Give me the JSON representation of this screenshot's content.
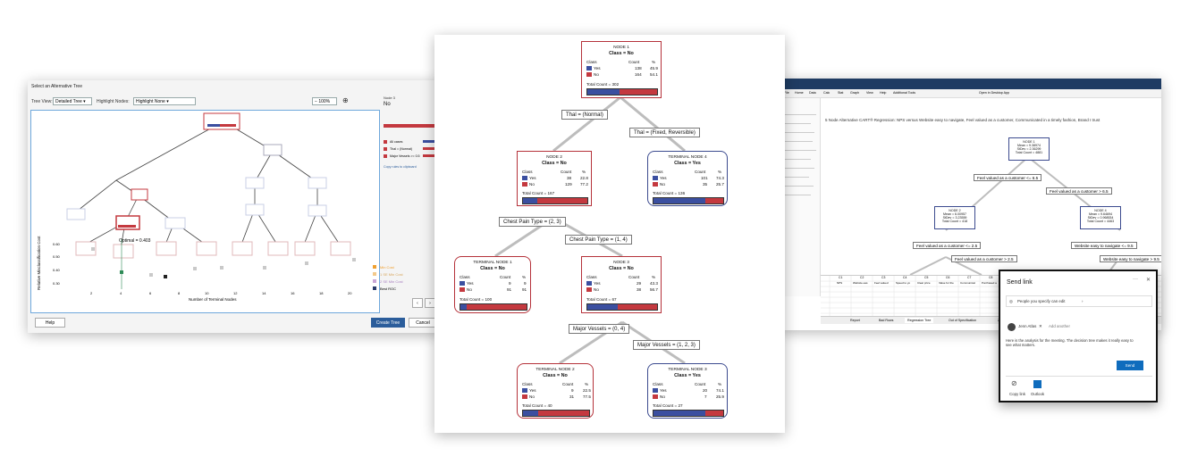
{
  "left_window": {
    "title": "Select an Alternative Tree",
    "tree_view_label": "Tree View:",
    "tree_view_value": "Detailed Tree",
    "highlight_label": "Highlight Nodes:",
    "highlight_value": "Highlight None",
    "zoom": "100%",
    "side_panel": {
      "header": "Node 3",
      "class_value": "No",
      "legend": [
        "All cases",
        "Thal = (Normal)",
        "Major Vessels >= 0.5"
      ],
      "copy_label": "Copy rules to clipboard"
    },
    "chart": {
      "optimal_label": "Optimal = 0.403",
      "ylabel": "Relative Misclassification Cost",
      "xlabel": "Number of Terminal Nodes",
      "yticks": [
        "0.60",
        "0.50",
        "0.40",
        "0.30"
      ],
      "xticks": [
        "2",
        "4",
        "6",
        "8",
        "10",
        "12",
        "14",
        "16",
        "18",
        "20"
      ],
      "legend": [
        "Min Cost",
        "1 SE Min Cost",
        "2 SE Min Cost",
        "Best ROC"
      ]
    },
    "buttons": {
      "help": "Help",
      "create": "Create Tree",
      "cancel": "Cancel"
    }
  },
  "center_tree": {
    "nodes": [
      {
        "id": "NODE 1",
        "cls": "Class = No",
        "rows": [
          [
            "Yes",
            "138",
            "45.9"
          ],
          [
            "No",
            "164",
            "54.1"
          ]
        ],
        "total": "Total Count = 302"
      },
      {
        "id": "NODE 2",
        "cls": "Class = No",
        "rows": [
          [
            "Yes",
            "38",
            "22.8"
          ],
          [
            "No",
            "129",
            "77.2"
          ]
        ],
        "total": "Total Count = 167"
      },
      {
        "id": "TERMINAL NODE 4",
        "cls": "Class = Yes",
        "rows": [
          [
            "Yes",
            "101",
            "74.3"
          ],
          [
            "No",
            "35",
            "25.7"
          ]
        ],
        "total": "Total Count = 136"
      },
      {
        "id": "TERMINAL NODE 1",
        "cls": "Class = No",
        "rows": [
          [
            "Yes",
            "9",
            "9"
          ],
          [
            "No",
            "91",
            "91"
          ]
        ],
        "total": "Total Count = 100"
      },
      {
        "id": "NODE 3",
        "cls": "Class = No",
        "rows": [
          [
            "Yes",
            "29",
            "43.3"
          ],
          [
            "No",
            "38",
            "56.7"
          ]
        ],
        "total": "Total Count = 67"
      },
      {
        "id": "TERMINAL NODE 2",
        "cls": "Class = No",
        "rows": [
          [
            "Yes",
            "9",
            "22.5"
          ],
          [
            "No",
            "31",
            "77.5"
          ]
        ],
        "total": "Total Count = 40"
      },
      {
        "id": "TERMINAL NODE 3",
        "cls": "Class = Yes",
        "rows": [
          [
            "Yes",
            "20",
            "74.1"
          ],
          [
            "No",
            "7",
            "25.9"
          ]
        ],
        "total": "Total Count = 27"
      }
    ],
    "headers": {
      "cls": "Class",
      "count": "Count",
      "pct": "%"
    },
    "splits": [
      "Thal = (Normal)",
      "Thal = (Fixed, Reversible)",
      "Chest Pain Type = (2, 3)",
      "Chest Pain Type = (1, 4)",
      "Major Vessels = (0, 4)",
      "Major Vessels = (1, 2, 3)"
    ]
  },
  "right_window": {
    "menu": [
      "File",
      "Home",
      "Data",
      "Calc",
      "Stat",
      "Graph",
      "View",
      "Help",
      "Additional Tools"
    ],
    "open_desktop": "Open in Desktop App",
    "sheet_title": "5 Node Alternative CART® Regression: NPS versus Website easy to navigate, Feel valued as a customer, Communicated in a timely fashion, Brand I trust",
    "nodes": [
      {
        "id": "NODE 1",
        "lines": [
          "Mean = 9.38974",
          "StDev = 2.36299",
          "Total Count = 4881"
        ]
      },
      {
        "id": "NODE 2",
        "lines": [
          "Mean = 6.00957",
          "StDev = 3.23559",
          "Total Count = 418"
        ]
      },
      {
        "id": "NODE 4",
        "lines": [
          "Mean = 9.64694",
          "StDev = 0.968534",
          "Total Count = 4463"
        ]
      }
    ],
    "splits": [
      "Feel valued as a customer <= 6.5",
      "Feel valued as a customer > 6.5",
      "Feel valued as a customer <= 2.5",
      "Feel valued as a customer > 2.5",
      "Website easy to navigate <= 9.5",
      "Website easy to navigate > 9.5"
    ],
    "columns": [
      "C1",
      "C2",
      "C3",
      "C4",
      "C5",
      "C6",
      "C7",
      "C8"
    ],
    "col_names": [
      "NPS",
      "Website eas",
      "Feel valued",
      "Speed to yo",
      "Clear price",
      "Value for the",
      "Communicat",
      "Purchased a"
    ],
    "tabs": [
      "Report",
      "Bad Rows",
      "Regression Tree",
      "Out of Specification",
      "2018 Credit records"
    ]
  },
  "send_link": {
    "title": "Send link",
    "permission": "People you specify can edit",
    "recipient": "Jenn Atlas",
    "add_placeholder": "Add another",
    "message": "Here is the analysis for the meeting. The decision tree makes it really easy to see what matters.",
    "send": "Send",
    "copy_link": "Copy link",
    "outlook": "Outlook"
  },
  "colors": {
    "yes": "#3b4fa0",
    "no": "#c4393f",
    "minitab_blue": "#2b5d9b",
    "excel_bar": "#1f3c63"
  }
}
